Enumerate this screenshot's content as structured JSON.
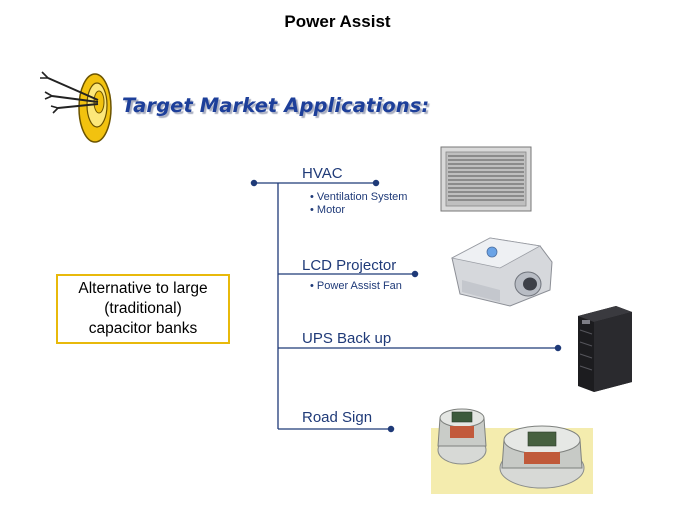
{
  "title": "Power Assist",
  "subtitle": "Target Market Applications:",
  "callout": {
    "line1": "Alternative to large",
    "line2": "(traditional)",
    "line3": "capacitor banks"
  },
  "branches": [
    {
      "label": "HVAC",
      "bullets": [
        "Ventilation System",
        "Motor"
      ],
      "image": "vent-grille"
    },
    {
      "label": "LCD Projector",
      "bullets": [
        "Power Assist Fan"
      ],
      "image": "projector"
    },
    {
      "label": "UPS Back up",
      "bullets": [],
      "image": "ups-tower"
    },
    {
      "label": "Road Sign",
      "bullets": [],
      "image": "road-stud-lights"
    }
  ],
  "colors": {
    "accent_line": "#1f3a78",
    "callout_border": "#e8b90b",
    "subtitle": "#1d3f9a"
  },
  "icons": {
    "logo": "target-arrows-icon"
  }
}
